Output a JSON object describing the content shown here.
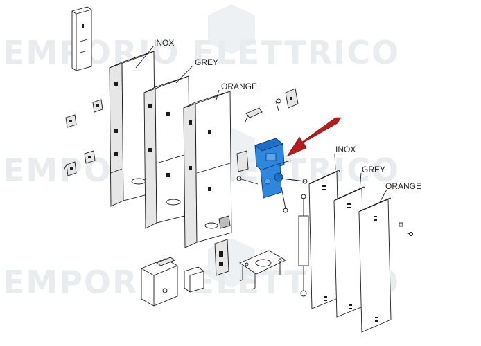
{
  "watermark": {
    "text": "EMPORIO ELETTRICO"
  },
  "labels": {
    "column_inox": "INOX",
    "column_grey": "GREY",
    "column_orange": "ORANGE",
    "panel_inox": "INOX",
    "panel_grey": "GREY",
    "panel_orange": "ORANGE"
  },
  "colors": {
    "highlight_part": "#2f86dd",
    "pointer_arrow": "#b01e1e",
    "line": "#1a1a1a"
  }
}
